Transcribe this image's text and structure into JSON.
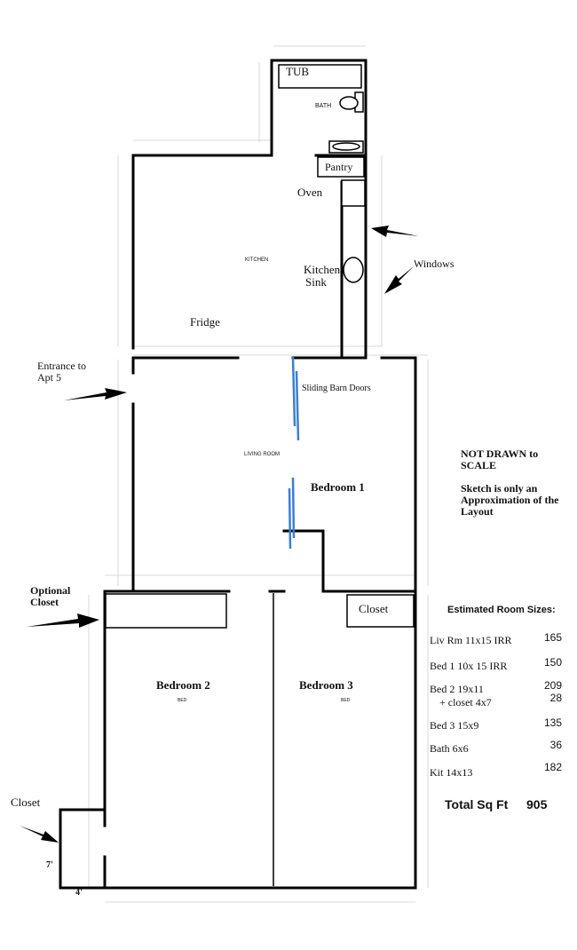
{
  "rooms": {
    "tub": "TUB",
    "bath": "BATH",
    "pantry": "Pantry",
    "oven": "Oven",
    "kitchen": "KITCHEN",
    "kitchen_sink_1": "Kitchen",
    "kitchen_sink_2": "Sink",
    "fridge": "Fridge",
    "living_room": "LIVING ROOM",
    "sliding_doors": "Sliding Barn Doors",
    "bedroom1": "Bedroom  1",
    "bedroom2": "Bedroom 2",
    "bedroom3": "Bedroom 3",
    "bed_a": "BED",
    "bed_b": "BED",
    "closet_b3": "Closet",
    "closet_side": "Closet",
    "closet_w": "7'",
    "closet_d": "4'"
  },
  "callouts": {
    "windows": "Windows",
    "entrance_1": "Entrance to",
    "entrance_2": "Apt 5",
    "optional_closet_1": "Optional",
    "optional_closet_2": "Closet"
  },
  "notes": {
    "line1": "NOT DRAWN to",
    "line2": "SCALE",
    "line3": "Sketch is only an",
    "line4": "Approximation of the",
    "line5": "Layout"
  },
  "sizes": {
    "heading": "Estimated Room Sizes:",
    "rows": [
      {
        "label": "Liv Rm  11x15 IRR",
        "value": "165"
      },
      {
        "label": "Bed 1   10x 15 IRR",
        "value": "150"
      },
      {
        "label": "Bed 2  19x11",
        "value": "209"
      },
      {
        "label": "+ closet   4x7",
        "value": "28"
      },
      {
        "label": "Bed 3 15x9",
        "value": "135"
      },
      {
        "label": "Bath  6x6",
        "value": "36"
      },
      {
        "label": "Kit  14x13",
        "value": "182"
      }
    ],
    "total_label": "Total Sq Ft",
    "total_value": "905"
  }
}
